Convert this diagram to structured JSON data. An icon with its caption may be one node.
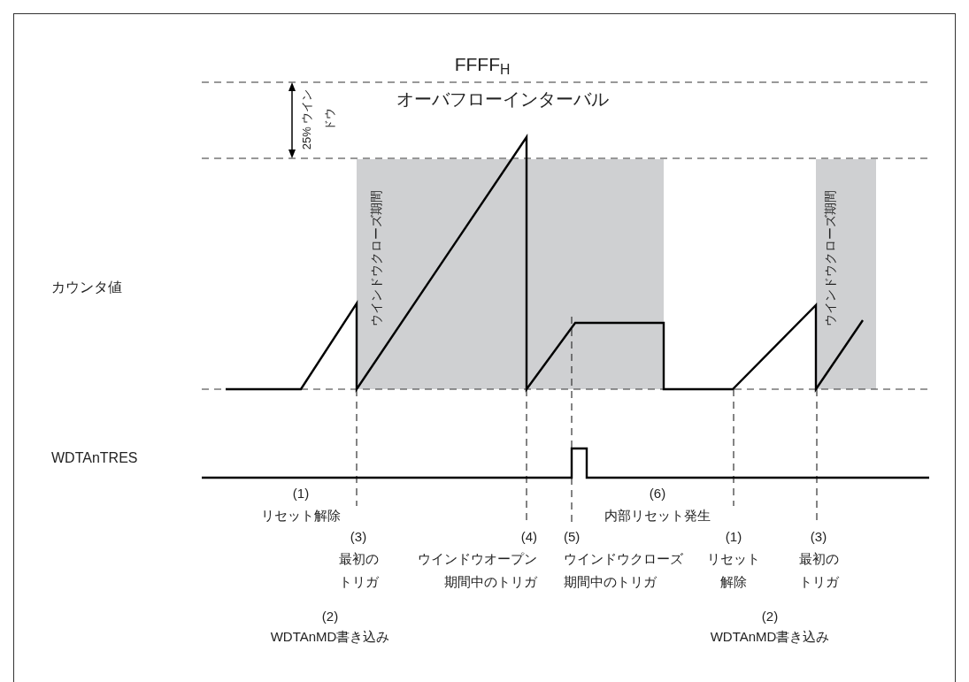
{
  "diagram": {
    "labels": [
      "FFFF$_{H}$",
      "オーバフローインターバル",
      "25% ウインドウ",
      "ウインドウクローズ期間",
      "ウインドウクローズ期間",
      "カウンタ値",
      "WDTAnTRES",
      "(1)",
      "リセット解除",
      "(6)",
      "内部リセット発生",
      "(3)",
      "(4)",
      "(5)",
      "(1)",
      "(3)",
      "最初のトリガ",
      "ウインドウオープン期間中のトリガ",
      "ウインドウクローズ期間中のトリガ",
      "リセット解除",
      "最初のトリガ",
      "(2)",
      "(2)",
      "WDTAnMD書き込み",
      "WDTAnMD書き込み"
    ]
  }
}
